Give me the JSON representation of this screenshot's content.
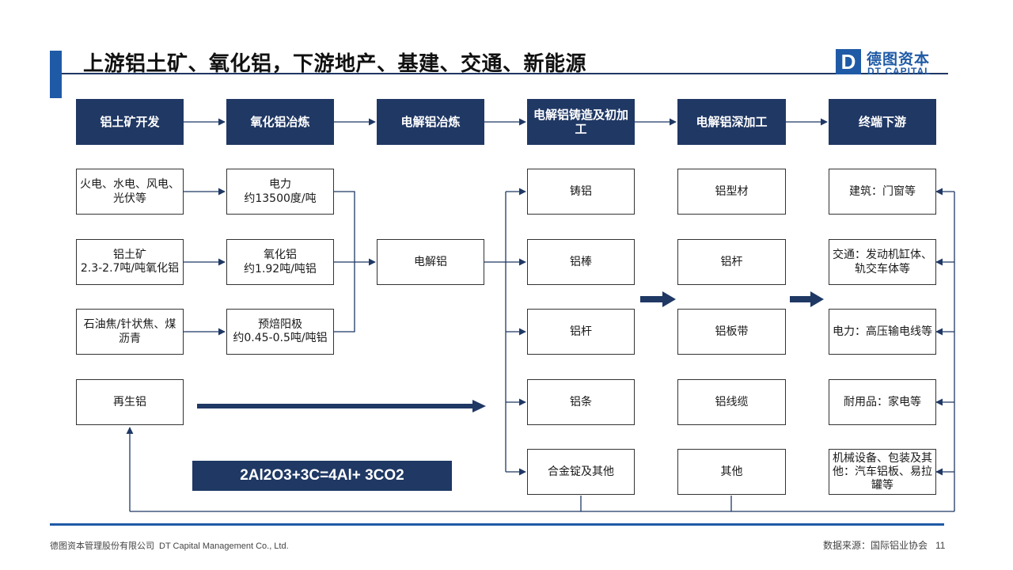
{
  "title": "上游铝土矿、氧化铝，下游地产、基建、交通、新能源",
  "logo": {
    "mark": "D",
    "name_cn": "德图资本",
    "name_en": "DT CAPITAL"
  },
  "headers": [
    "铝土矿开发",
    "氧化铝冶炼",
    "电解铝冶炼",
    "电解铝铸造及初加工",
    "电解铝深加工",
    "终端下游"
  ],
  "col1": {
    "energy": "火电、水电、风电、光伏等",
    "bauxite": "铝土矿\n2.3-2.7吨/吨氧化铝",
    "coke": "石油焦/针状焦、煤沥青",
    "recycled": "再生铝"
  },
  "col2": {
    "power": "电力\n约13500度/吨",
    "alumina": "氧化铝\n约1.92吨/吨铝",
    "anode": "预焙阳极\n约0.45-0.5吨/吨铝"
  },
  "col3": {
    "aluminum": "电解铝"
  },
  "col4": [
    "铸铝",
    "铝棒",
    "铝杆",
    "铝条",
    "合金锭及其他"
  ],
  "col5": [
    "铝型材",
    "铝杆",
    "铝板带",
    "铝线缆",
    "其他"
  ],
  "col6": [
    "建筑：门窗等",
    "交通：发动机缸体、轨交车体等",
    "电力：高压输电线等",
    "耐用品：家电等",
    "机械设备、包装及其他：汽车铝板、易拉罐等"
  ],
  "formula": "2Al2O3+3C=4Al+ 3CO2",
  "colors": {
    "header_fill": "#203864",
    "accent": "#1f5aa6",
    "connector": "#1f3864"
  },
  "footer": {
    "company_cn": "德图资本管理股份有限公司",
    "company_en": "DT Capital Management Co., Ltd.",
    "source": "数据来源：国际铝业协会",
    "page": "11"
  }
}
